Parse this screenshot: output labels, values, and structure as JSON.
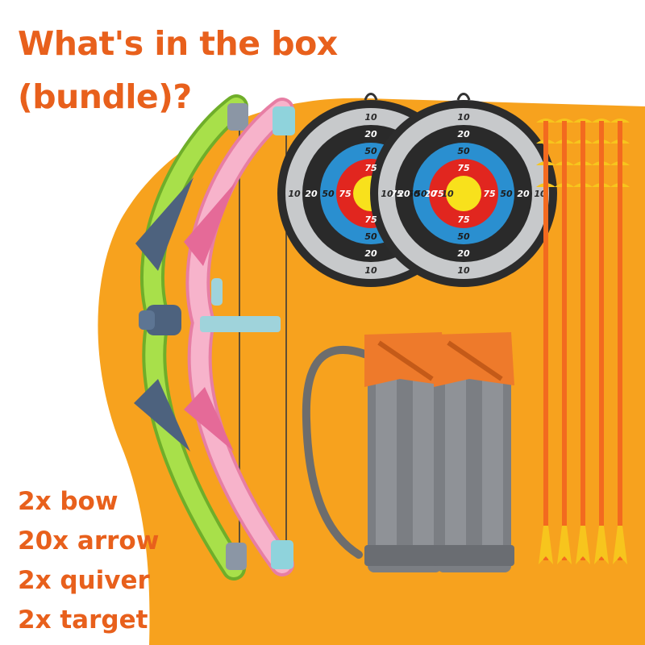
{
  "heading": {
    "line1": "What's in the box",
    "line2": "(bundle)?"
  },
  "contents": [
    "2x bow",
    "20x arrow",
    "2x quiver",
    "2x target"
  ],
  "target_rings": {
    "outer": "10",
    "second": "20",
    "third": "50",
    "inner": "75"
  },
  "colors": {
    "background": "#ffffff",
    "orange_blob": "#f7a21e",
    "heading_text": "#e8601c",
    "bow_green": "#9ee03a",
    "bow_pink": "#f5a4c0",
    "bow_grip": "#4d627e",
    "quiver_gray": "#7b7e83",
    "quiver_cap": "#ee7a2b",
    "arrow_shaft": "#f36a1f",
    "arrow_tip": "#f7c51d"
  },
  "counts": {
    "bows": 2,
    "arrows_visible": 5,
    "quivers": 2,
    "targets": 2
  }
}
